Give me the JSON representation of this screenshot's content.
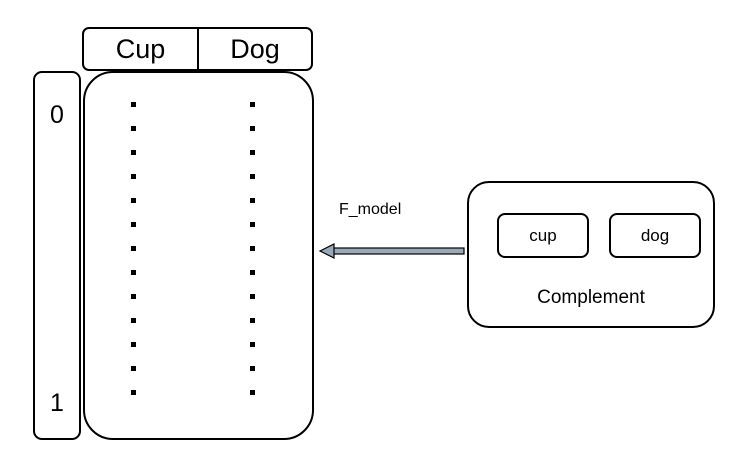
{
  "table": {
    "columns": [
      "Cup",
      "Dog"
    ],
    "index_top": "0",
    "index_bottom": "1"
  },
  "arrow": {
    "label": "F_model"
  },
  "complement": {
    "items": [
      "cup",
      "dog"
    ],
    "label": "Complement"
  }
}
